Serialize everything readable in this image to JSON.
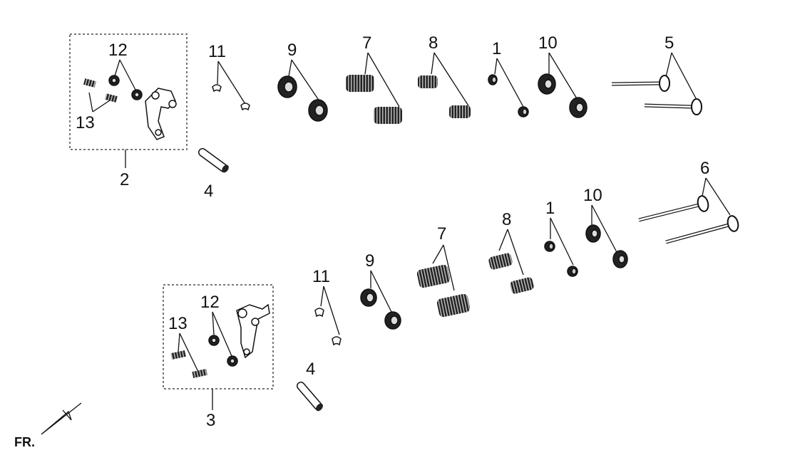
{
  "orientation_label": "FR.",
  "upper_assembly": {
    "callouts": {
      "c12": "12",
      "c13": "13",
      "c2": "2",
      "c11": "11",
      "c4": "4",
      "c9": "9",
      "c7": "7",
      "c8": "8",
      "c1": "1",
      "c10": "10",
      "c5": "5"
    }
  },
  "lower_assembly": {
    "callouts": {
      "c12": "12",
      "c13": "13",
      "c3": "3",
      "c11": "11",
      "c4": "4",
      "c9": "9",
      "c7": "7",
      "c8": "8",
      "c1": "1",
      "c10": "10",
      "c6": "6"
    }
  }
}
